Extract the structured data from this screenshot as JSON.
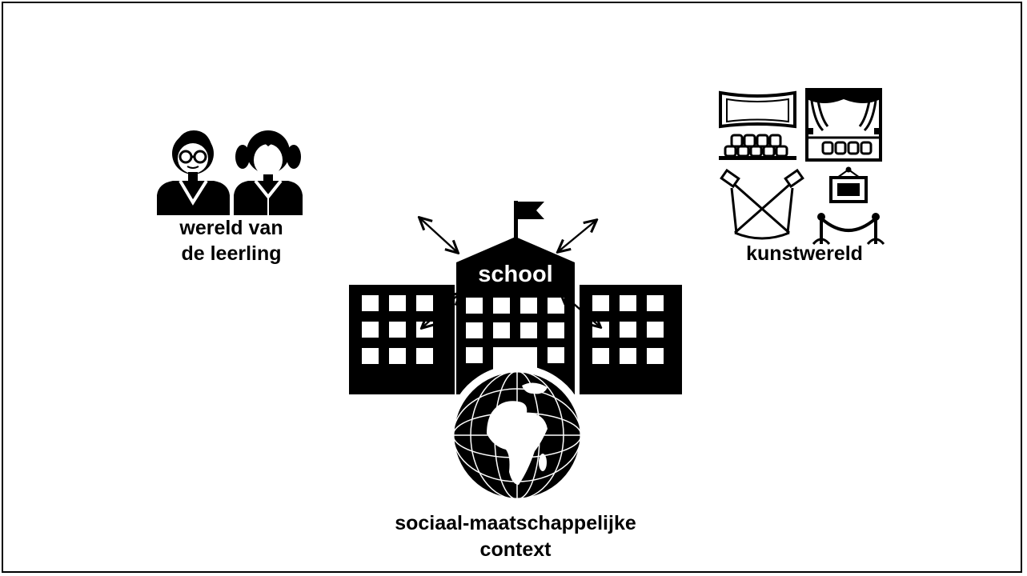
{
  "diagram": {
    "labels": {
      "leerling_line1": "wereld van",
      "leerling_line2": "de leerling",
      "kunstwereld": "kunstwereld",
      "school": "school",
      "context_line1": "sociaal-maatschappelijke",
      "context_line2": "context"
    },
    "icons": [
      "boy-with-glasses-icon",
      "girl-with-pigtails-icon",
      "school-building-icon",
      "flag-icon",
      "globe-icon",
      "cinema-icon",
      "theater-stage-icon",
      "spotlights-icon",
      "museum-exhibit-icon"
    ],
    "connectors": [
      "double-arrow",
      "double-arrow",
      "double-arrow",
      "double-arrow"
    ],
    "colors": {
      "ink": "#000000",
      "background": "#ffffff"
    }
  }
}
